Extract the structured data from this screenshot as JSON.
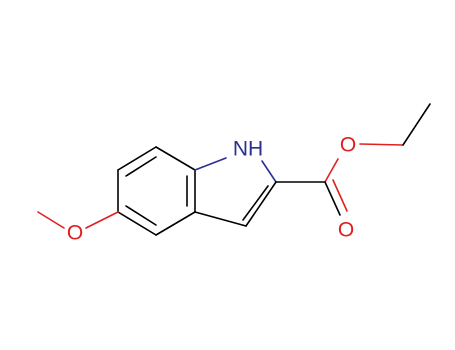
{
  "atoms": {
    "nh": {
      "label": "NH",
      "color": "#2b2f8f"
    },
    "o_methoxy": {
      "label": "O",
      "color": "#e02020"
    },
    "o_ester": {
      "label": "O",
      "color": "#e02020"
    },
    "o_carbonyl": {
      "label": "O",
      "color": "#e02020"
    }
  },
  "colors": {
    "bond": "#000000",
    "oxygen": "#e02020",
    "nitrogen": "#2b2f8f",
    "background": "#ffffff"
  }
}
